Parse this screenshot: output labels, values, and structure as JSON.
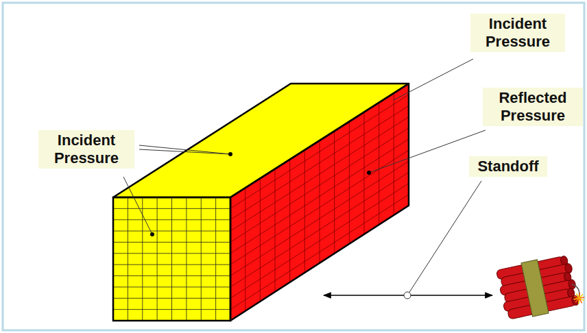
{
  "diagram": {
    "labels": [
      "Incident Pressure",
      "Reflected Pressure",
      "Incident Pressure",
      "Standoff"
    ]
  }
}
